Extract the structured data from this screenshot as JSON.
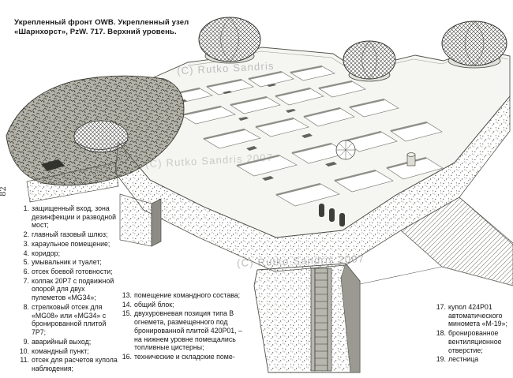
{
  "page": {
    "number": "82",
    "title": {
      "line1": "Укрепленный фронт OWB. Укрепленный узел",
      "line2": "«Шарнхорст», PzW. 717. Верхний уровень."
    }
  },
  "colors": {
    "paper": "#ffffff",
    "ink": "#3e3e38",
    "watermark_gray": "#8f8f8f"
  },
  "watermarks": {
    "top": "(C) Rutko Sandris",
    "middle": "(C) Rutko Sandris 2007",
    "bottom": "(C) Rutko Sandris 2007"
  },
  "legend": {
    "col1": [
      {
        "num": "1.",
        "text": "защищенный вход, зона дезинфекции и разводной мост;"
      },
      {
        "num": "2.",
        "text": "главный газовый шлюз;"
      },
      {
        "num": "3.",
        "text": "караульное помещение;"
      },
      {
        "num": "4.",
        "text": "коридор;"
      },
      {
        "num": "5.",
        "text": "умывальник и туалет;"
      },
      {
        "num": "6.",
        "text": "отсек боевой готовности;"
      },
      {
        "num": "7.",
        "text": "колпак 20P7 с подвижной опорой для двух пулеметов «MG34»;"
      },
      {
        "num": "8.",
        "text": "стрелковый отсек для «MG08» или «MG34» с бронированной плитой 7P7;"
      },
      {
        "num": "9.",
        "text": "аварийный выход;"
      },
      {
        "num": "10.",
        "text": "командный пункт;"
      },
      {
        "num": "11.",
        "text": "отсек для расчетов купола наблюдения;"
      }
    ],
    "col2": [
      {
        "num": "13.",
        "text": "помещение командного состава;"
      },
      {
        "num": "14.",
        "text": "общий блок;"
      },
      {
        "num": "15.",
        "text": "двухуровневая позиция типа B огнемета, размещенного под бронированной плитой 420P01, – на нижнем уровне помещались топливные цистерны;"
      },
      {
        "num": "16.",
        "text": "технические и складские поме-"
      }
    ],
    "col3": [
      {
        "num": "17.",
        "text": "купол 424P01 автоматического миномета «M-19»;"
      },
      {
        "num": "18.",
        "text": "бронированное вентиляционное отверстие;"
      },
      {
        "num": "19.",
        "text": "лестница"
      }
    ]
  }
}
